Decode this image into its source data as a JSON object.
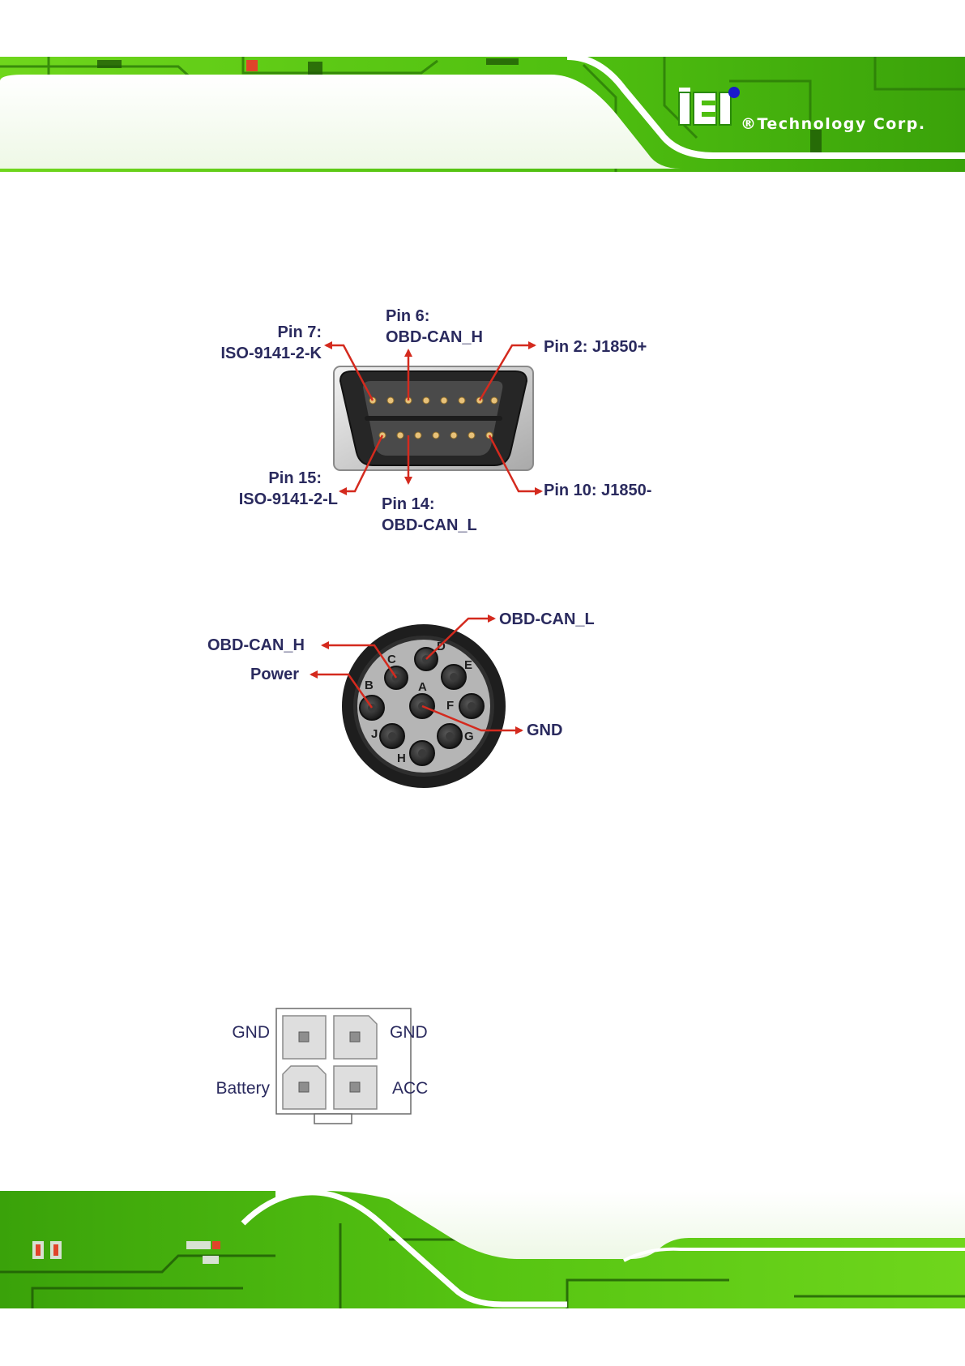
{
  "header": {
    "brand_text": "®Technology Corp.",
    "logo_letters": "iEi",
    "colors": {
      "pcb_green": "#5ccf14",
      "dark_green": "#1f5a06",
      "brand_blue": "#1a1acc"
    }
  },
  "obd_connector": {
    "pin7": {
      "title": "Pin 7:",
      "signal": "ISO-9141-2-K"
    },
    "pin6": {
      "title": "Pin 6:",
      "signal": "OBD-CAN_H"
    },
    "pin2": "Pin 2: J1850+",
    "pin15": {
      "title": "Pin 15:",
      "signal": "ISO-9141-2-L"
    },
    "pin14": {
      "title": "Pin 14:",
      "signal": "OBD-CAN_L"
    },
    "pin10": "Pin 10: J1850-"
  },
  "round_connector": {
    "labels": {
      "obd_can_l": "OBD-CAN_L",
      "obd_can_h": "OBD-CAN_H",
      "power": "Power",
      "gnd": "GND"
    },
    "pin_letters": [
      "A",
      "B",
      "C",
      "D",
      "E",
      "F",
      "G",
      "H",
      "J"
    ]
  },
  "power_connector": {
    "top_left": "GND",
    "top_right": "GND",
    "bottom_left": "Battery",
    "bottom_right": "ACC"
  },
  "colors": {
    "arrow_red": "#d42a1e",
    "label_navy": "#2a2a5e"
  }
}
